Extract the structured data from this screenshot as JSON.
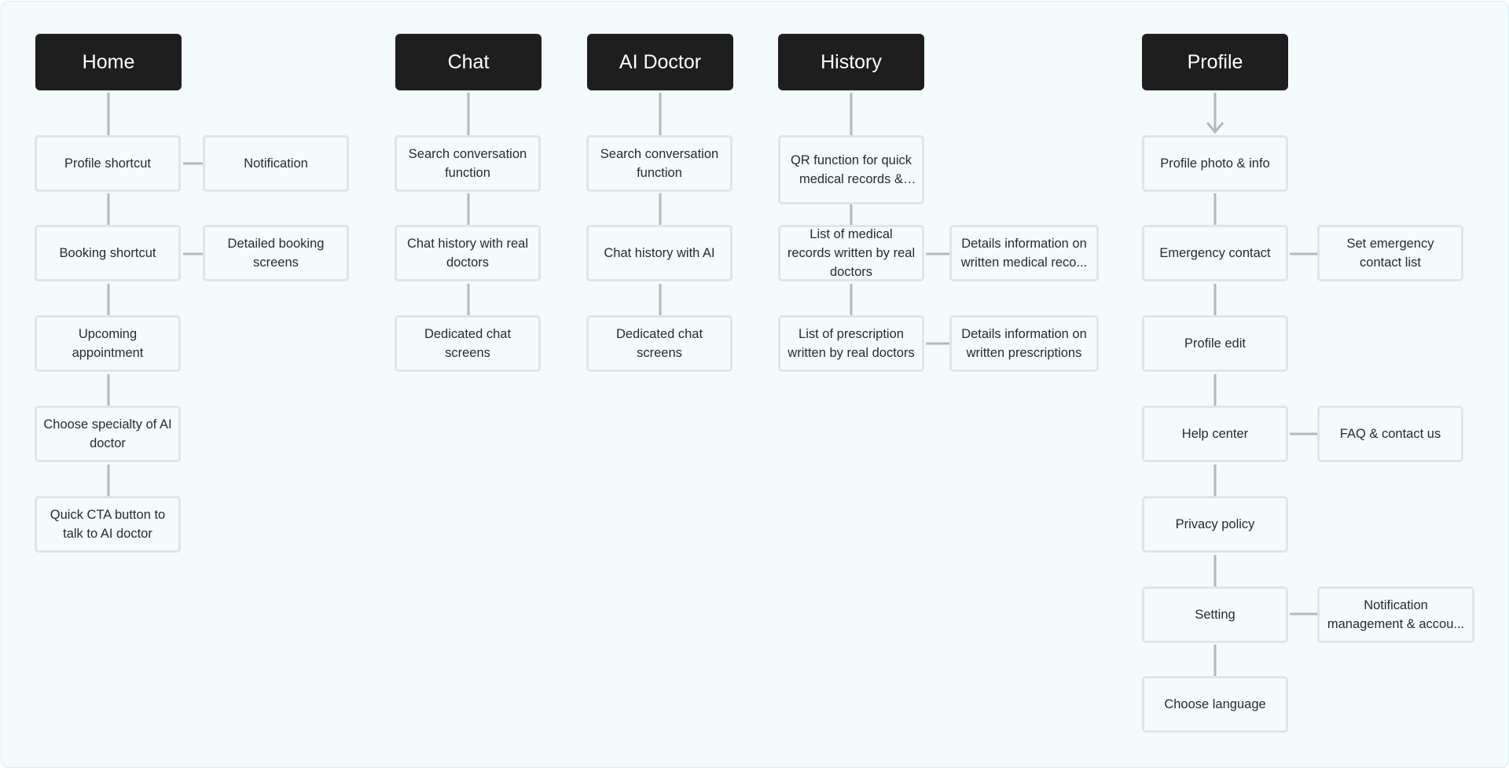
{
  "columns": [
    {
      "header": "Home",
      "nodes": [
        "Profile shortcut",
        "Booking shortcut",
        "Upcoming appointment",
        "Choose specialty of AI doctor",
        "Quick CTA button to talk to AI doctor"
      ],
      "side": [
        "Notification",
        "Detailed booking screens"
      ]
    },
    {
      "header": "Chat",
      "nodes": [
        "Search conversation function",
        "Chat history with real doctors",
        "Dedicated chat screens"
      ]
    },
    {
      "header": "AI Doctor",
      "nodes": [
        "Search conversation function",
        "Chat history with AI",
        "Dedicated chat screens"
      ]
    },
    {
      "header": "History",
      "nodes": [
        "QR function for quick medical records & pr...",
        "List of medical records written by real doctors",
        "List of prescription written by real doctors"
      ],
      "side": [
        "Details information on written medical reco...",
        "Details information on written prescriptions"
      ]
    },
    {
      "header": "Profile",
      "nodes": [
        "Profile photo & info",
        "Emergency contact",
        "Profile edit",
        "Help center",
        "Privacy policy",
        "Setting",
        "Choose language"
      ],
      "side": [
        "Set emergency contact list",
        "FAQ & contact us",
        "Notification management & accou..."
      ]
    }
  ],
  "colors": {
    "header_bg": "#1e1e1e",
    "node_bg": "#f4fbfc",
    "node_border": "#dfe6e8",
    "connector": "#b8b8b8",
    "canvas_bg": "#f3fbfd"
  }
}
